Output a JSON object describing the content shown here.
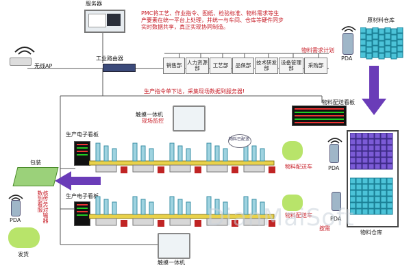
{
  "server": {
    "label": "服务器"
  },
  "top_note": {
    "lines": [
      "PMC将工艺、作业指令、图纸、检验标准、物料需求等生",
      "产要素在统一平台上处理，并统一与车间、仓库等硬件同步",
      "实时数据共享，真正实现协同制造。"
    ]
  },
  "router": {
    "label": "工业路由器"
  },
  "wireless_ap": {
    "label": "无线AP"
  },
  "material_demand": {
    "label": "物料需求计划"
  },
  "departments": [
    "销售部",
    "人力资源部",
    "工艺部",
    "品保部",
    "技术研发部",
    "设备管理部",
    "采购部"
  ],
  "raw_store": {
    "label": "原材料仓库"
  },
  "pda": {
    "label": "PDA"
  },
  "production_note": {
    "label": "生产指令单下达，采集现场数据到服务器!"
  },
  "delivery_board": {
    "label": "物料配送看板"
  },
  "touch_top": {
    "label": "触摸一体机",
    "sub": "现场监控"
  },
  "touch_bottom": {
    "label": "触摸一体机"
  },
  "board_labels": {
    "top": "生产电子看板",
    "bottom": "生产电子看板"
  },
  "bubble": {
    "label": "物料已配送"
  },
  "delivery_car": {
    "label": "物料配送车"
  },
  "packing": {
    "label": "包装"
  },
  "scan_note": {
    "label": "核传务对输器数到看服"
  },
  "ship": {
    "label": "发货"
  },
  "warehouse": {
    "label": "物料仓库"
  },
  "call_note": {
    "label": "按需"
  },
  "watermark": {
    "text": "DianMaiSoft"
  },
  "colors": {
    "line": "#555555",
    "accent_red": "#c8202a",
    "arrow_purple": "#6a3cb8",
    "cube_purple": "#7b5bd6",
    "cube_blue": "#4cc3d8"
  }
}
